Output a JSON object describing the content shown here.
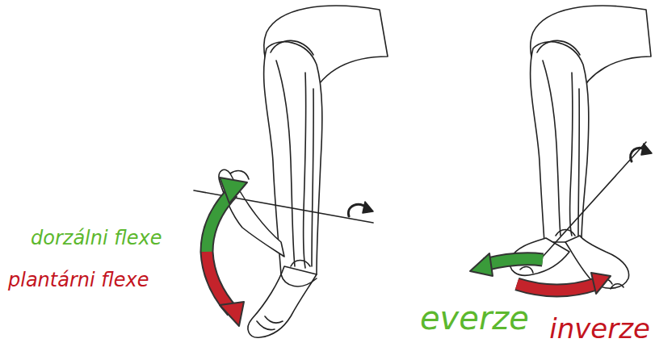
{
  "diagram": {
    "labels": [
      "dorzálni flexe",
      "plantárni flexe",
      "everze",
      "inverze"
    ]
  }
}
